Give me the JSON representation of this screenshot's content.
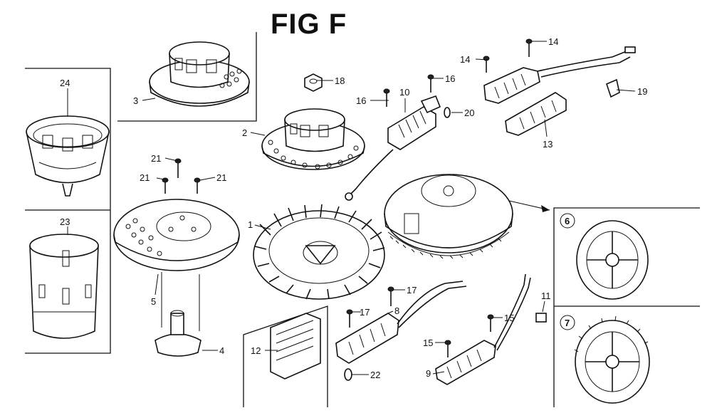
{
  "figure": {
    "title": "FIG F"
  },
  "parts": [
    {
      "id": "1",
      "label": "1"
    },
    {
      "id": "2",
      "label": "2"
    },
    {
      "id": "3",
      "label": "3"
    },
    {
      "id": "4",
      "label": "4"
    },
    {
      "id": "5",
      "label": "5"
    },
    {
      "id": "6",
      "label": "6"
    },
    {
      "id": "7",
      "label": "7"
    },
    {
      "id": "8",
      "label": "8"
    },
    {
      "id": "9",
      "label": "9"
    },
    {
      "id": "10",
      "label": "10"
    },
    {
      "id": "11",
      "label": "11"
    },
    {
      "id": "12",
      "label": "12"
    },
    {
      "id": "13",
      "label": "13"
    },
    {
      "id": "14",
      "label": "14"
    },
    {
      "id": "15",
      "label": "15"
    },
    {
      "id": "16",
      "label": "16"
    },
    {
      "id": "17",
      "label": "17"
    },
    {
      "id": "18",
      "label": "18"
    },
    {
      "id": "19",
      "label": "19"
    },
    {
      "id": "20",
      "label": "20"
    },
    {
      "id": "21",
      "label": "21"
    },
    {
      "id": "22",
      "label": "22"
    },
    {
      "id": "23",
      "label": "23"
    },
    {
      "id": "24",
      "label": "24"
    }
  ]
}
